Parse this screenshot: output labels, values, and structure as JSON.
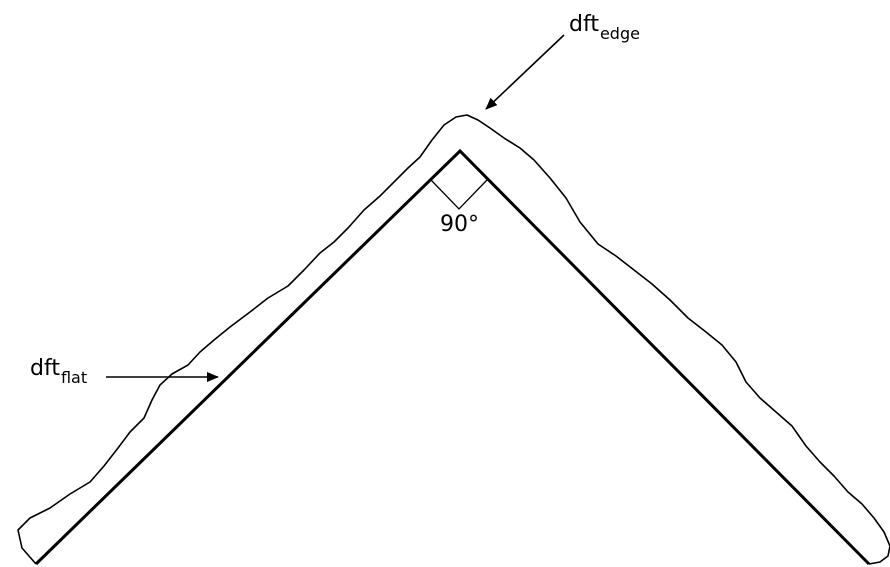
{
  "labels": {
    "edge": {
      "main": "dft",
      "sub": "edge"
    },
    "flat": {
      "main": "dft",
      "sub": "flat"
    },
    "angle": "90°"
  },
  "colors": {
    "line": "#000000",
    "background": "#ffffff"
  }
}
